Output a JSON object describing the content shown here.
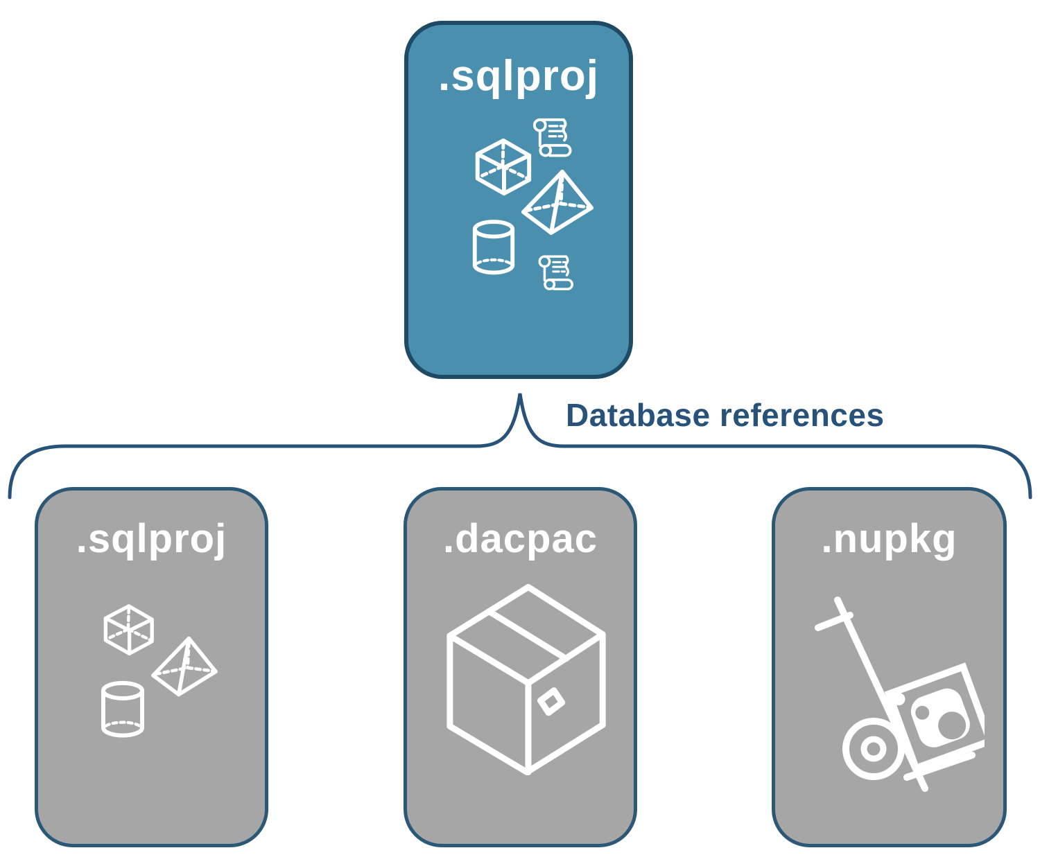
{
  "diagram": {
    "root": {
      "label": ".sqlproj",
      "icons": [
        "cube-icon",
        "scroll-icon",
        "pyramid-icon",
        "cylinder-icon",
        "scroll-icon"
      ]
    },
    "connector": {
      "label": "Database references"
    },
    "children": [
      {
        "label": ".sqlproj",
        "icons": [
          "cube-icon",
          "pyramid-icon",
          "cylinder-icon"
        ]
      },
      {
        "label": ".dacpac",
        "icons": [
          "package-box-icon"
        ]
      },
      {
        "label": ".nupkg",
        "icons": [
          "nuget-handtruck-icon"
        ]
      }
    ],
    "colors": {
      "background": "#ffffff",
      "root_fill": "#4a8fae",
      "root_border": "#1f4a66",
      "child_fill": "#a6a6a6",
      "child_border": "#2b5876",
      "connector": "#27527a",
      "icon_stroke": "#ffffff",
      "label_text": "#ffffff"
    }
  }
}
